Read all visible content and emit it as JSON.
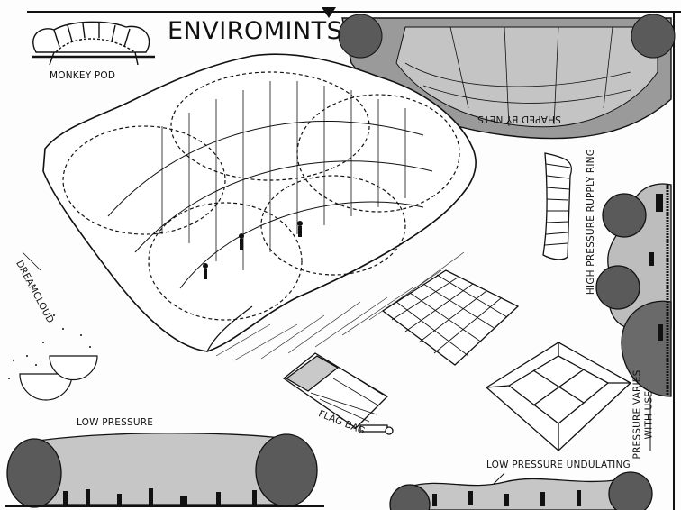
{
  "title": "ENVIROMINTS",
  "labels": {
    "monkey_pod": "MONKEY POD",
    "shaped_by_nets": "SHAPED BY NETS",
    "high_pressure_ring": "HIGH PRESSURE RUPPLY RING",
    "dreamcloud": "DREAMCLOUD",
    "flag_bag": "FLAG BAG",
    "low_pressure": "LOW PRESSURE",
    "low_pressure_undulating": "LOW PRESSURE UNDULATING",
    "pressure_varies_1": "PRESSURE VARIES",
    "pressure_varies_2": "WITH USE"
  },
  "colors": {
    "ink": "#111111",
    "light_grey": "#b9b9b9",
    "dark_grey": "#5a5a5a",
    "mid_grey": "#8a8a8a"
  }
}
